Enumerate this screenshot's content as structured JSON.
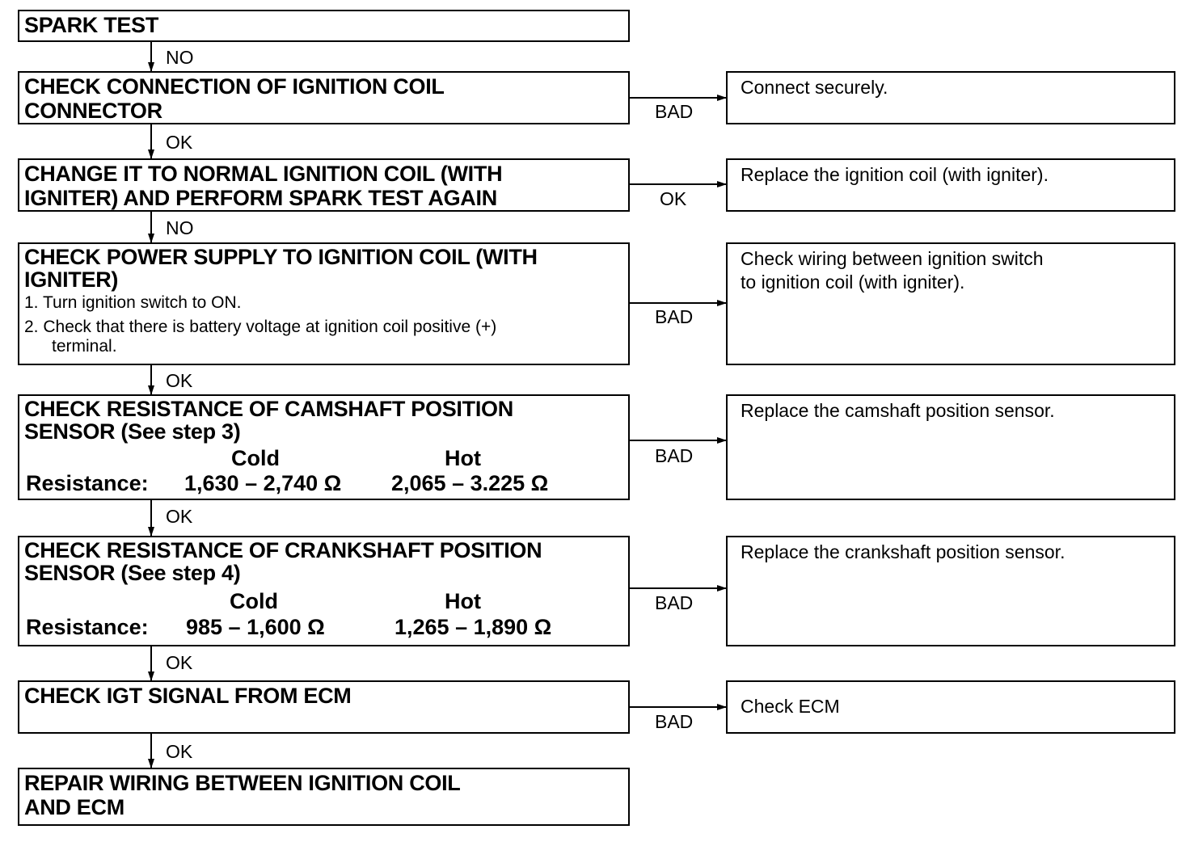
{
  "steps": [
    {
      "title": "SPARK TEST"
    },
    {
      "title": "CHECK CONNECTION OF IGNITION COIL CONNECTOR",
      "title_lines": [
        "CHECK CONNECTION OF IGNITION COIL",
        "CONNECTOR"
      ]
    },
    {
      "title_lines": [
        "CHANGE IT TO NORMAL IGNITION COIL (WITH",
        "IGNITER) AND PERFORM SPARK TEST AGAIN"
      ]
    },
    {
      "title_lines": [
        "CHECK POWER SUPPLY TO IGNITION COIL (WITH",
        "IGNITER)"
      ],
      "items": [
        "1. Turn ignition switch to ON.",
        "2. Check that there is battery voltage at ignition coil positive (+)",
        "terminal."
      ]
    },
    {
      "title_lines": [
        "CHECK RESISTANCE OF CAMSHAFT POSITION",
        "SENSOR (See step 3)"
      ],
      "cold_label": "Cold",
      "hot_label": "Hot",
      "res_label": "Resistance:",
      "cold_value": "1,630 – 2,740 Ω",
      "hot_value": "2,065 – 3.225 Ω"
    },
    {
      "title_lines": [
        "CHECK RESISTANCE OF CRANKSHAFT POSITION",
        "SENSOR (See step 4)"
      ],
      "cold_label": "Cold",
      "hot_label": "Hot",
      "res_label": "Resistance:",
      "cold_value": "985 – 1,600 Ω",
      "hot_value": "1,265 – 1,890 Ω"
    },
    {
      "title": "CHECK IGT SIGNAL FROM ECM"
    },
    {
      "title_lines": [
        "REPAIR WIRING BETWEEN IGNITION COIL",
        "AND ECM"
      ]
    }
  ],
  "down_labels": [
    "NO",
    "OK",
    "NO",
    "OK",
    "OK",
    "OK",
    "OK"
  ],
  "side_labels": [
    "BAD",
    "OK",
    "BAD",
    "BAD",
    "BAD",
    "BAD"
  ],
  "actions": [
    [
      "Connect securely."
    ],
    [
      "Replace the ignition coil (with igniter)."
    ],
    [
      "Check wiring between ignition switch",
      "to ignition coil (with igniter)."
    ],
    [
      "Replace the camshaft position sensor."
    ],
    [
      "Replace the crankshaft position sensor."
    ],
    [
      "Check ECM"
    ]
  ]
}
